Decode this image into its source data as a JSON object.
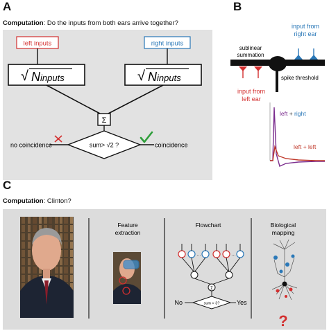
{
  "panelA": {
    "letter": "A",
    "computation_label": "Computation",
    "computation_question": ": Do the inputs from both ears arrive together?",
    "left_inputs": "left inputs",
    "right_inputs": "right inputs",
    "sqrt_symbol": "√",
    "sqrt_text": "N",
    "sqrt_sub": "inputs",
    "sum_symbol": "Σ",
    "decision": "sum> √2 ?",
    "no_coincidence": "no coincidence",
    "coincidence": "coincidence",
    "cross_mark": "✕",
    "check_mark": "✓",
    "colors": {
      "background": "#e2e2e2",
      "left": "#d32f2f",
      "right": "#2a78b8",
      "check": "#2e9e3a"
    }
  },
  "panelB": {
    "letter": "B",
    "input_right": [
      "input from",
      "right ear"
    ],
    "input_left": [
      "input from",
      "left ear"
    ],
    "sublinear": [
      "sublinear",
      "summation"
    ],
    "spike_threshold": "spike threshold",
    "legend_left_right": "left + right",
    "legend_left_left": "left + left",
    "colors": {
      "left": "#d32f2f",
      "right": "#2a78b8",
      "trace_lr": "#7b2d8e",
      "trace_ll": "#c0392b"
    }
  },
  "panelC": {
    "letter": "C",
    "computation_label": "Computation",
    "computation_question": ": Clinton?",
    "feature_extraction": [
      "Feature",
      "extraction"
    ],
    "flowchart": "Flowchart",
    "biological_mapping": [
      "Biological",
      "mapping"
    ],
    "no": "No",
    "yes": "Yes",
    "decision": "sum > 3?",
    "sum_symbol": "Σ",
    "question_mark": "?",
    "colors": {
      "background": "#dcdcdc"
    }
  }
}
